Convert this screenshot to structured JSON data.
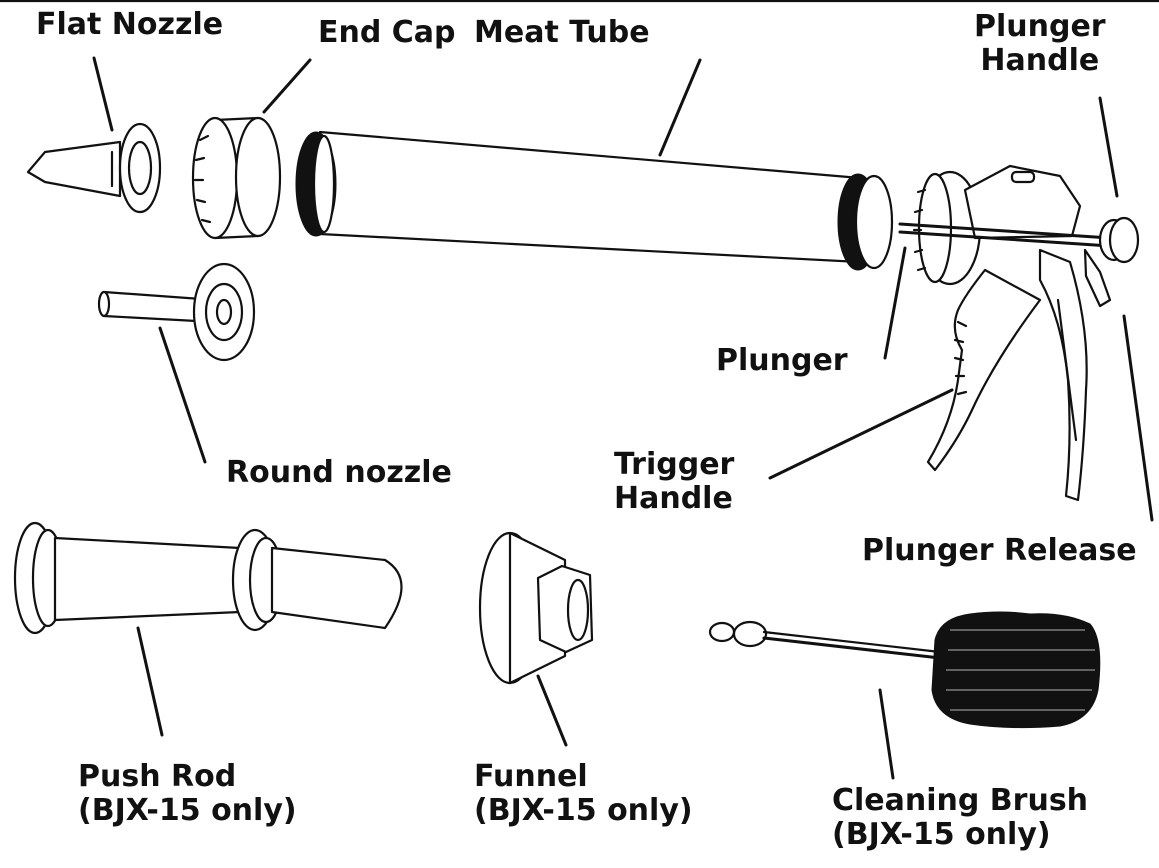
{
  "labels": {
    "flat_nozzle": "Flat Nozzle",
    "end_cap": "End Cap",
    "meat_tube": "Meat Tube",
    "plunger_handle_line1": "Plunger",
    "plunger_handle_line2": "Handle",
    "plunger": "Plunger",
    "round_nozzle": "Round nozzle",
    "trigger_handle_line1": "Trigger",
    "trigger_handle_line2": "Handle",
    "plunger_release": "Plunger Release",
    "push_rod_line1": "Push Rod",
    "push_rod_line2": "(BJX-15 only)",
    "funnel_line1": "Funnel",
    "funnel_line2": "(BJX-15 only)",
    "cleaning_brush_line1": "Cleaning Brush",
    "cleaning_brush_line2": "(BJX-15 only)"
  },
  "colors": {
    "ink": "#111111",
    "background": "#ffffff"
  }
}
